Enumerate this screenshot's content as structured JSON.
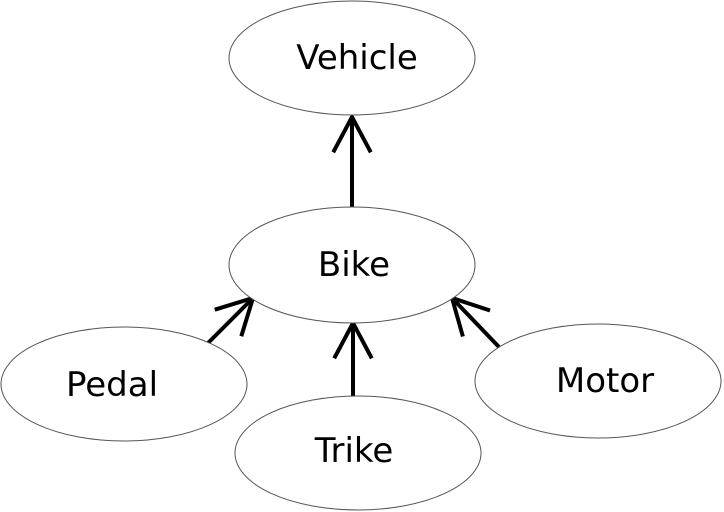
{
  "diagram": {
    "type": "inheritance-hierarchy",
    "colors": {
      "node_fill": "#ffffff",
      "node_stroke": "#555555",
      "edge": "#000000",
      "text": "#000000"
    },
    "nodes": [
      {
        "id": "vehicle",
        "label": "Vehicle"
      },
      {
        "id": "bike",
        "label": "Bike"
      },
      {
        "id": "pedal",
        "label": "Pedal"
      },
      {
        "id": "trike",
        "label": "Trike"
      },
      {
        "id": "motor",
        "label": "Motor"
      }
    ],
    "edges": [
      {
        "from": "bike",
        "to": "vehicle",
        "arrow": "open"
      },
      {
        "from": "pedal",
        "to": "bike",
        "arrow": "open"
      },
      {
        "from": "trike",
        "to": "bike",
        "arrow": "open"
      },
      {
        "from": "motor",
        "to": "bike",
        "arrow": "open"
      }
    ]
  }
}
